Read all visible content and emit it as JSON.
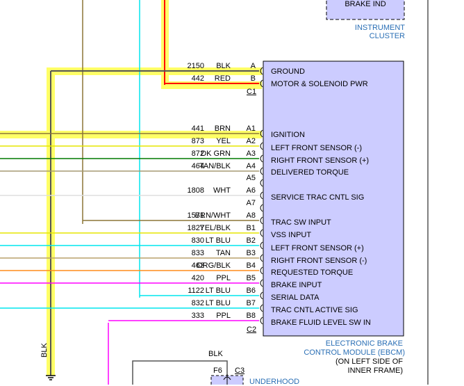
{
  "instrument_cluster": {
    "box_label": "BRAKE IND",
    "caption_line1": "INSTRUMENT",
    "caption_line2": "CLUSTER"
  },
  "ebcm": {
    "caption_line1": "ELECTRONIC BRAKE",
    "caption_line2": "CONTROL MODULE (EBCM)",
    "caption_line3": "(ON LEFT SIDE OF",
    "caption_line4": "INNER FRAME)",
    "connector_c1": "C1",
    "connector_c2": "C2"
  },
  "underhood": {
    "wire_color": "BLK",
    "fuse": "F6",
    "connector": "C3",
    "label": "UNDERHOOD"
  },
  "ground_wire_label": "BLK",
  "colors": {
    "highlight": "#ffff66",
    "module_fill": "#ccccff",
    "blk": "#555555",
    "red": "#ff0000",
    "brn": "#8b7536",
    "yel": "#e6e600",
    "dkgrn": "#007a00",
    "tanblk": "#a59a73",
    "wht": "#dddddd",
    "ltblu": "#00e5ee",
    "tan": "#b8a06a",
    "orgblk": "#ff8c1a",
    "ppl": "#ff00ff"
  },
  "pins": [
    {
      "circuit": "2150",
      "color": "BLK",
      "pin": "A",
      "function": "GROUND"
    },
    {
      "circuit": "442",
      "color": "RED",
      "pin": "B",
      "function": "MOTOR & SOLENOID PWR"
    },
    {
      "circuit": "441",
      "color": "BRN",
      "pin": "A1",
      "function": "IGNITION"
    },
    {
      "circuit": "873",
      "color": "YEL",
      "pin": "A2",
      "function": "LEFT FRONT SENSOR (-)"
    },
    {
      "circuit": "872",
      "color": "DK GRN",
      "pin": "A3",
      "function": "RIGHT FRONT SENSOR (+)"
    },
    {
      "circuit": "464",
      "color": "TAN/BLK",
      "pin": "A4",
      "function": "DELIVERED TORQUE"
    },
    {
      "circuit": "",
      "color": "",
      "pin": "A5",
      "function": ""
    },
    {
      "circuit": "1808",
      "color": "WHT",
      "pin": "A6",
      "function": "SERVICE TRAC CNTL SIG"
    },
    {
      "circuit": "",
      "color": "",
      "pin": "A7",
      "function": ""
    },
    {
      "circuit": "1571",
      "color": "BRN/WHT",
      "pin": "A8",
      "function": "TRAC SW INPUT"
    },
    {
      "circuit": "1827",
      "color": "YEL/BLK",
      "pin": "B1",
      "function": "VSS INPUT"
    },
    {
      "circuit": "830",
      "color": "LT BLU",
      "pin": "B2",
      "function": "LEFT FRONT SENSOR (+)"
    },
    {
      "circuit": "833",
      "color": "TAN",
      "pin": "B3",
      "function": "RIGHT FRONT SENSOR (-)"
    },
    {
      "circuit": "463",
      "color": "ORG/BLK",
      "pin": "B4",
      "function": "REQUESTED TORQUE"
    },
    {
      "circuit": "420",
      "color": "PPL",
      "pin": "B5",
      "function": "BRAKE INPUT"
    },
    {
      "circuit": "1122",
      "color": "LT BLU",
      "pin": "B6",
      "function": "SERIAL DATA"
    },
    {
      "circuit": "832",
      "color": "LT BLU",
      "pin": "B7",
      "function": "TRAC CNTL ACTIVE SIG"
    },
    {
      "circuit": "333",
      "color": "PPL",
      "pin": "B8",
      "function": "BRAKE FLUID LEVEL SW IN"
    }
  ]
}
